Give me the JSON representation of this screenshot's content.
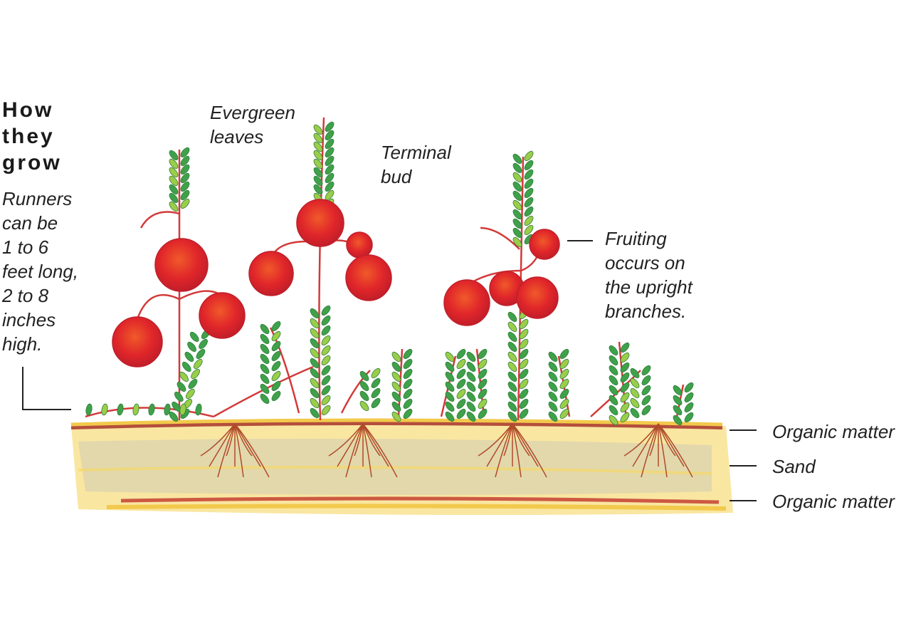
{
  "heading": {
    "lines": [
      "How",
      "they",
      "grow"
    ]
  },
  "runners_note": {
    "lines": [
      "Runners",
      "can be",
      "1 to 6",
      "feet long,",
      "2 to 8",
      "inches",
      "high."
    ]
  },
  "labels": {
    "evergreen": [
      "Evergreen",
      "leaves"
    ],
    "terminal_bud": [
      "Terminal",
      "bud"
    ],
    "fruiting": [
      "Fruiting",
      "occurs on",
      "the upright",
      "branches."
    ],
    "soil": [
      "Organic matter",
      "Sand",
      "Organic matter"
    ]
  },
  "colors": {
    "berry": "#e02a2a",
    "leaf": "#3fa14a",
    "stem": "#d33a3a",
    "soil": "#f2c94c",
    "organic": "#a8322a",
    "sand": "#cfc7a0"
  }
}
